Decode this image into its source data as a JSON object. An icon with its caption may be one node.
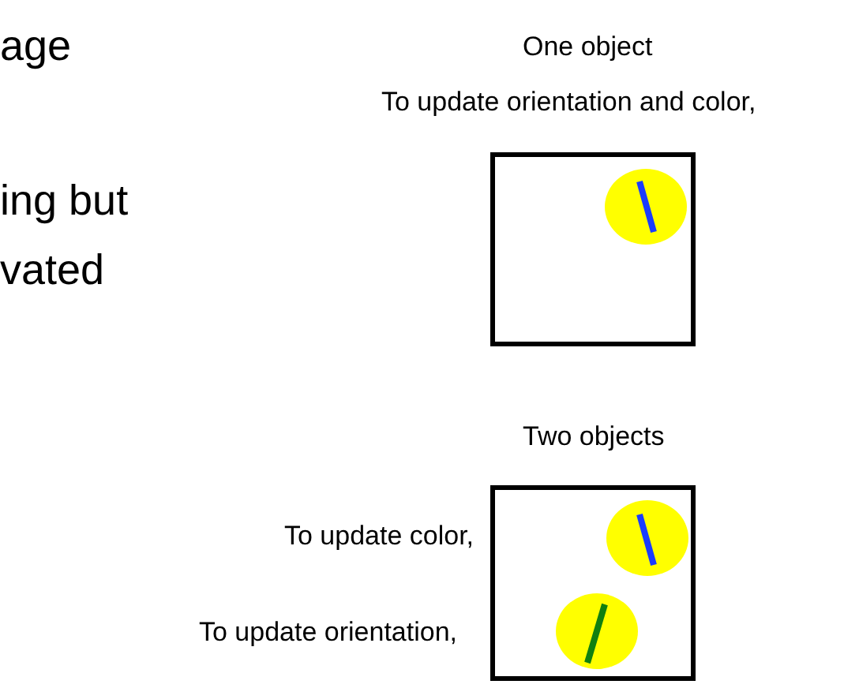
{
  "diagram": {
    "labels": [
      "age",
      "ing but",
      "vated",
      "One object",
      "To update orientation and color,",
      "Two objects",
      "To update color,",
      "To update orientation,"
    ]
  }
}
